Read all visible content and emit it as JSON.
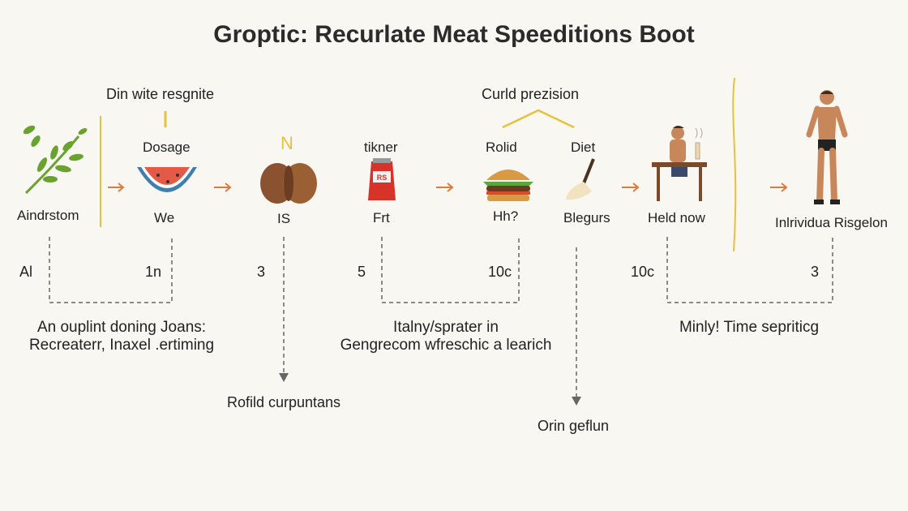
{
  "title": "Groptic: Recurlate Meat Speeditions Boot",
  "top_labels": {
    "left": "Din wite resgnite",
    "middle": "Curld prezision"
  },
  "stage_headers": {
    "dosage": "Dosage",
    "n_mark": "N",
    "tikner": "tikner",
    "rolid": "Rolid",
    "diet": "Diet"
  },
  "stage_labels": {
    "plant": "Aindrstom",
    "watermelon": "We",
    "seeds": "IS",
    "can": "Frt",
    "burger": "Hh?",
    "broom": "Blegurs",
    "desk": "Held now",
    "person": "Inlrividua Risgelon"
  },
  "numbers": [
    "Al",
    "1n",
    "3",
    "5",
    "10c",
    "10c",
    "3"
  ],
  "captions": {
    "left_line1": "An ouplint doning Joans:",
    "left_line2": "Recreaterr, Inaxel .ertiming",
    "mid_line1": "Italny/sprater in",
    "mid_line2": "Gengrecom wfreschic a learich",
    "right": "Minly! Time sepriticg",
    "bottom_left": "Rofild curpuntans",
    "bottom_right": "Orin geflun"
  },
  "colors": {
    "arrow": "#e07a3a",
    "bracket": "#666666",
    "accent_yellow": "#e8c13a",
    "green": "#6aa22f"
  },
  "icons": [
    "plant-icon",
    "watermelon-icon",
    "seed-icon",
    "soda-can-icon",
    "burger-icon",
    "broom-icon",
    "desk-person-icon",
    "standing-man-icon"
  ]
}
